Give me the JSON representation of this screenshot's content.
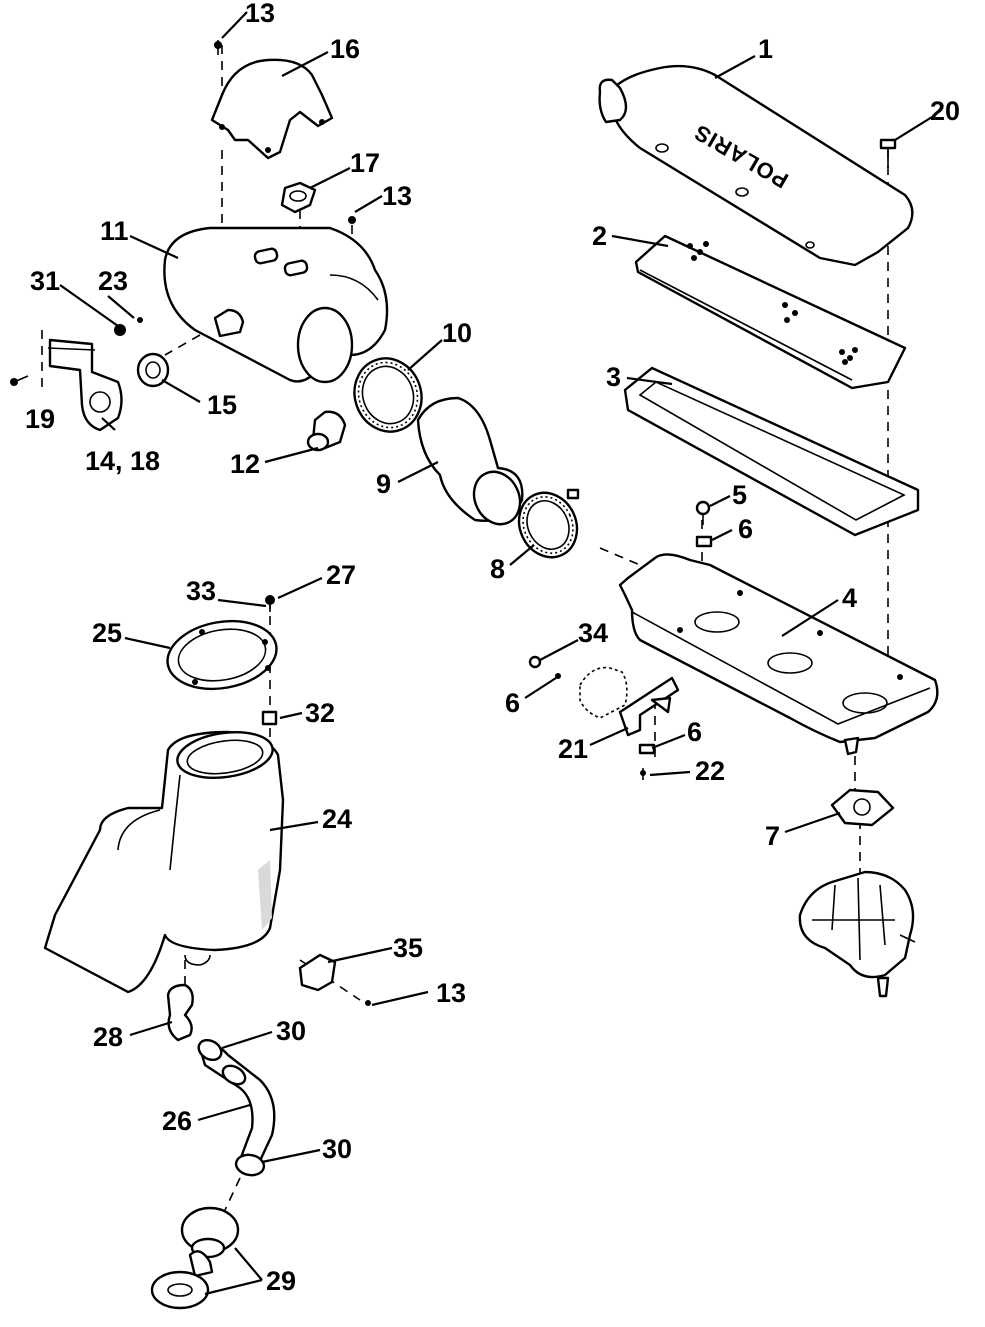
{
  "diagram": {
    "logo_text": "POLARIS",
    "callouts": [
      "1",
      "2",
      "3",
      "4",
      "5",
      "6",
      "6",
      "6",
      "6",
      "7",
      "8",
      "9",
      "10",
      "11",
      "12",
      "13",
      "13",
      "13",
      "13",
      "14, 18",
      "15",
      "16",
      "17",
      "19",
      "20",
      "21",
      "22",
      "23",
      "24",
      "25",
      "26",
      "27",
      "28",
      "29",
      "30",
      "30",
      "31",
      "32",
      "33",
      "34",
      "35"
    ],
    "icons": [
      "exploded-parts-illustration"
    ]
  }
}
